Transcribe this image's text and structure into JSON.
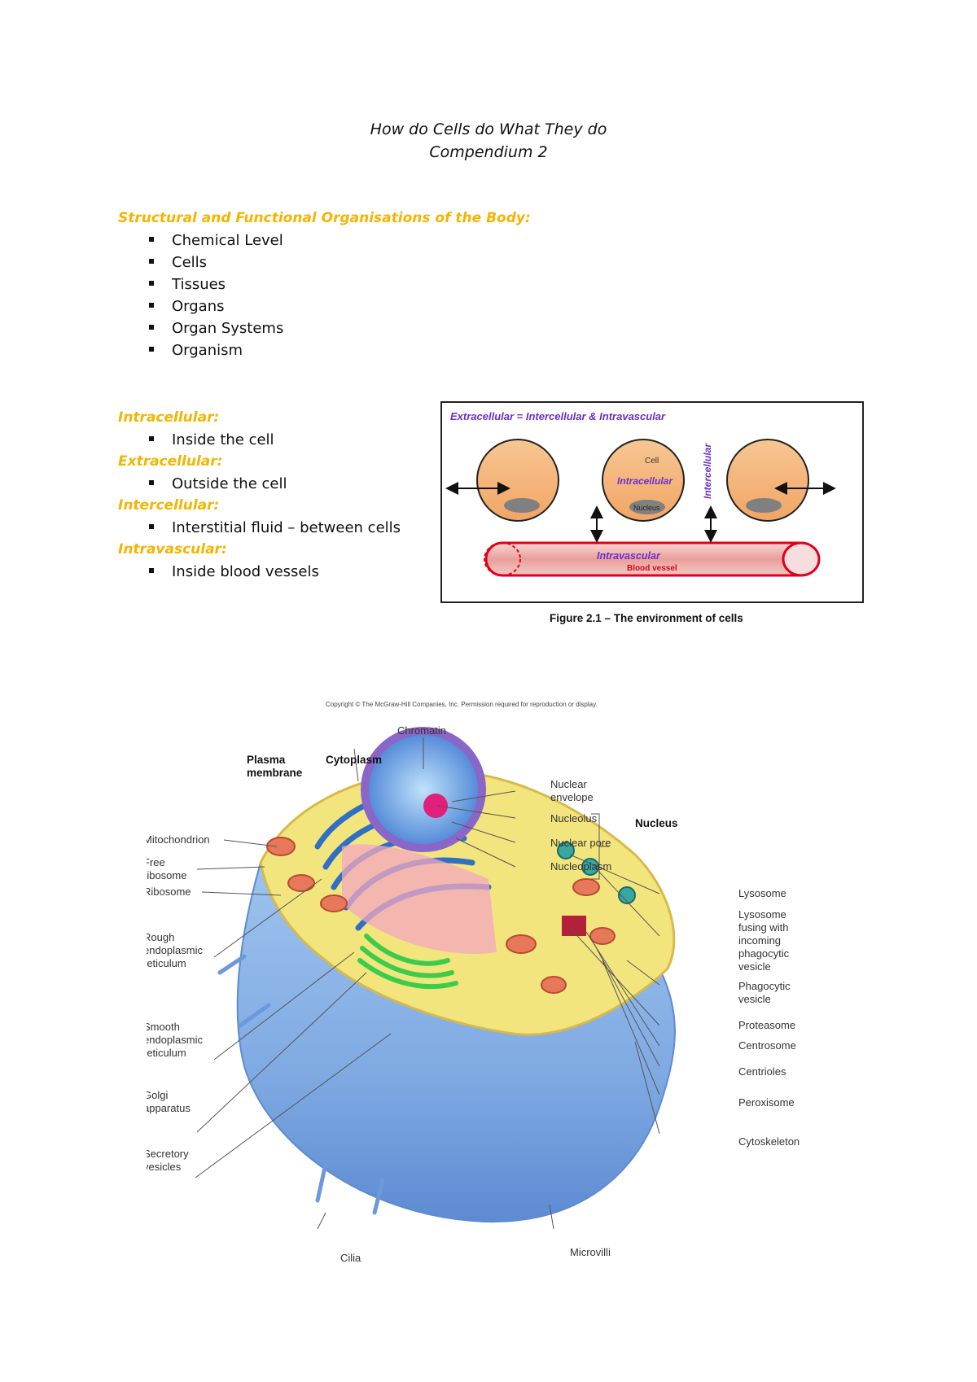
{
  "document": {
    "title_line1": "How do Cells do What They do",
    "title_line2": "Compendium 2",
    "section1": {
      "heading": "Structural and Functional Organisations of the Body:",
      "items": [
        "Chemical Level",
        "Cells",
        "Tissues",
        "Organs",
        "Organ Systems",
        "Organism"
      ]
    },
    "definitions": [
      {
        "term": "Intracellular:",
        "item": "Inside the cell"
      },
      {
        "term": "Extracellular:",
        "item": "Outside the cell"
      },
      {
        "term": "Intercellular:",
        "item": "Interstitial fluid – between cells"
      },
      {
        "term": "Intravascular:",
        "item": "Inside blood vessels"
      }
    ]
  },
  "figure1": {
    "banner": "Extracellular = Intercellular & Intravascular",
    "vertical_label": "Intercellular",
    "cell_label": "Cell",
    "intracellular_label": "Intracellular",
    "nucleus_label": "Nucleus",
    "intravascular_label": "Intravascular",
    "blood_vessel_label": "Blood vessel",
    "caption": "Figure 2.1 – The environment of cells"
  },
  "figure2": {
    "copyright": "Copyright © The McGraw-Hill Companies, Inc. Permission required for reproduction or display.",
    "labels_top": {
      "chromatin": "Chromatin",
      "plasma_membrane_1": "Plasma",
      "plasma_membrane_2": "membrane",
      "cytoplasm": "Cytoplasm"
    },
    "labels_left": [
      "Mitochondrion",
      "Free",
      "ribosome",
      "Ribosome",
      "Rough",
      "endoplasmic",
      "reticulum",
      "Smooth",
      "endoplasmic",
      "reticulum",
      "Golgi",
      "apparatus",
      "Secretory",
      "vesicles"
    ],
    "labels_nucleus": [
      "Nuclear",
      "envelope",
      "Nucleolus",
      "Nuclear pore",
      "Nucleoplasm"
    ],
    "nucleus_group": "Nucleus",
    "labels_right": [
      "Lysosome",
      "Lysosome",
      "fusing with",
      "incoming",
      "phagocytic",
      "vesicle",
      "Phagocytic",
      "vesicle",
      "Proteasome",
      "Centrosome",
      "Centrioles",
      "Peroxisome",
      "Cytoskeleton"
    ],
    "labels_bottom": {
      "cilia": "Cilia",
      "microvilli": "Microvilli"
    }
  }
}
